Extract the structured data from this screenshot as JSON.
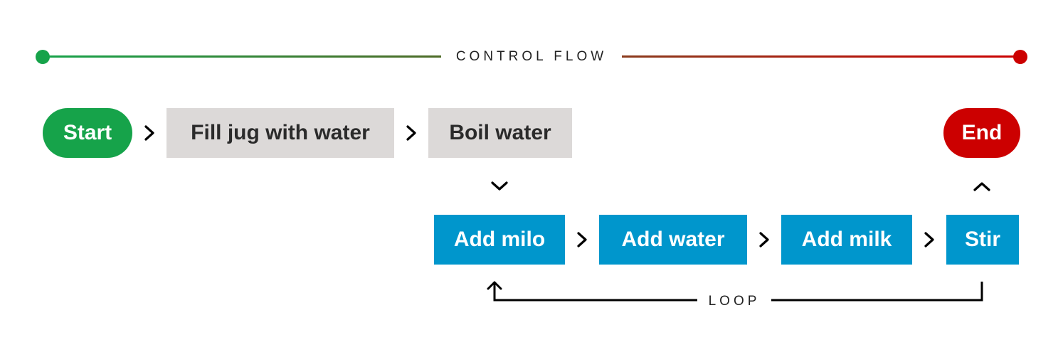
{
  "header": {
    "label": "CONTROL FLOW",
    "start_color": "#16a34a",
    "end_color": "#cc0000"
  },
  "nodes": {
    "start": "Start",
    "fill_jug": "Fill jug with water",
    "boil_water": "Boil water",
    "end": "End",
    "add_milo": "Add milo",
    "add_water": "Add water",
    "add_milk": "Add milk",
    "stir": "Stir"
  },
  "loop": {
    "label": "LOOP"
  },
  "colors": {
    "start": "#16a34a",
    "end": "#cc0000",
    "step": "#dcd9d8",
    "loop_step": "#0096cc"
  },
  "icons": {
    "right": "chevron-right-icon",
    "down": "chevron-down-icon",
    "up": "chevron-up-icon"
  }
}
